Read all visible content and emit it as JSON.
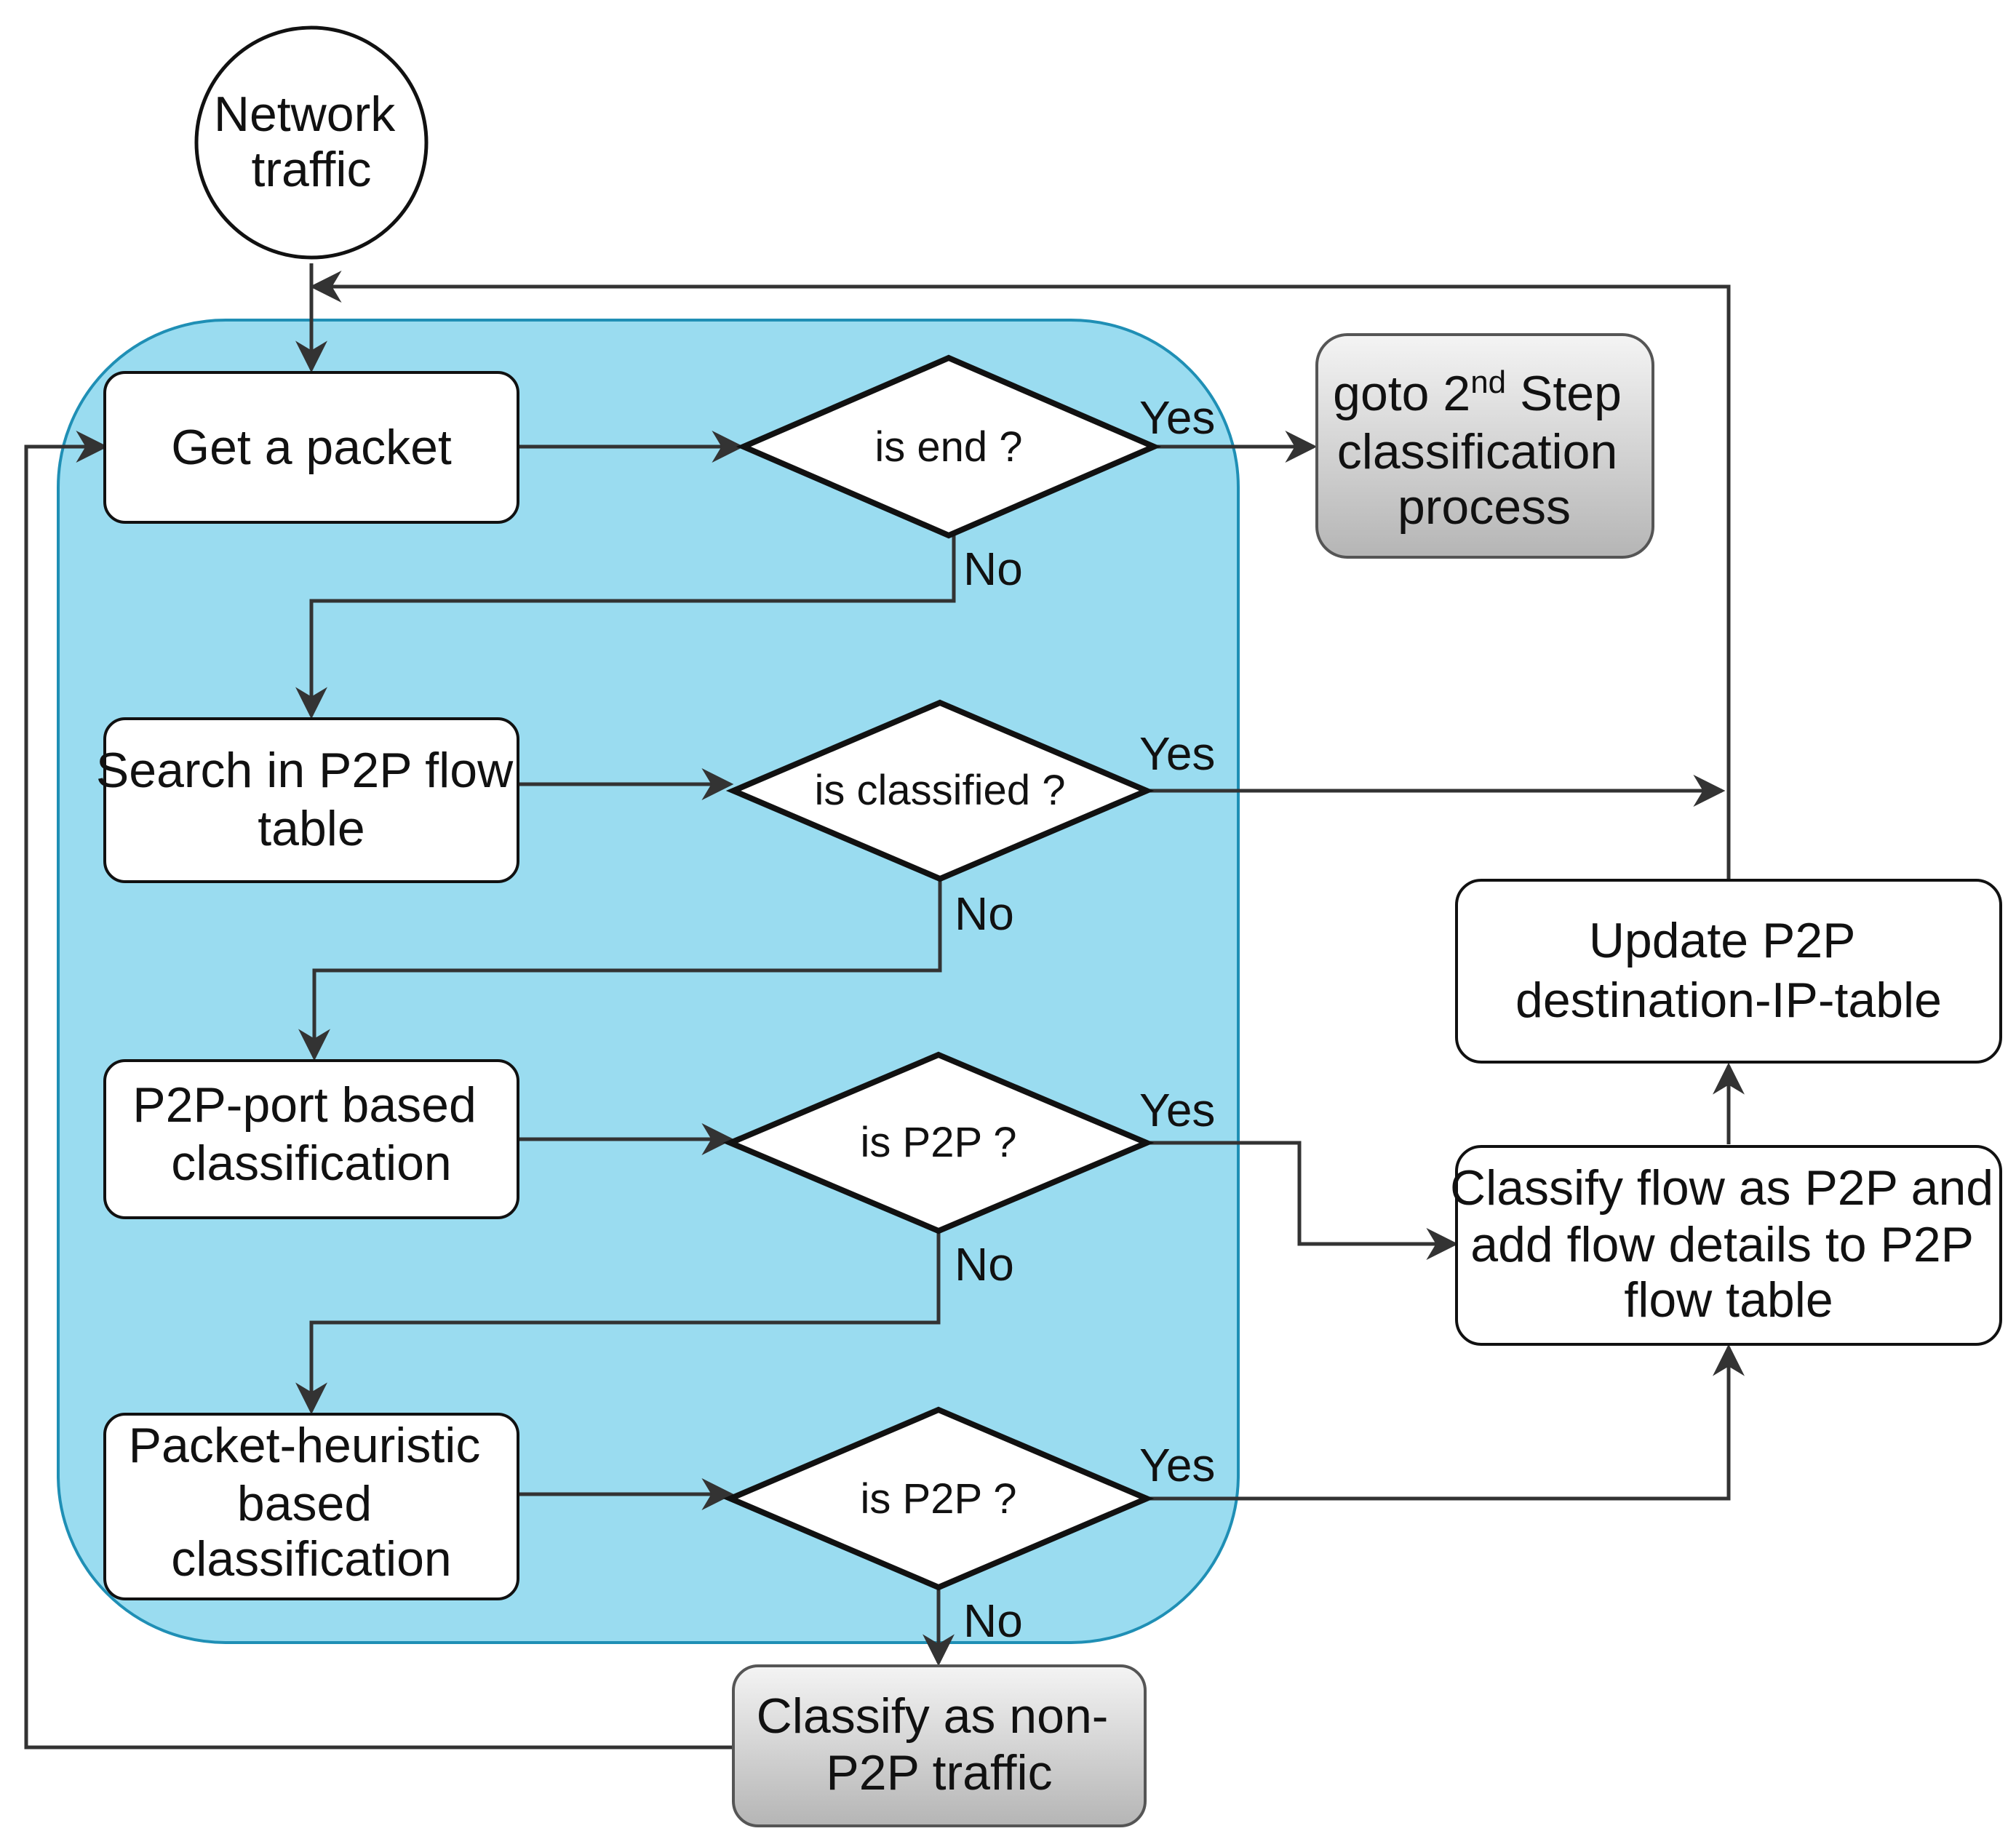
{
  "colors": {
    "group_fill": "#9adcf0",
    "group_stroke": "#1f8fb5",
    "node_fill": "#ffffff",
    "terminal_fill_top": "#f4f4f4",
    "terminal_fill_bottom": "#b5b5b5",
    "line": "#333333"
  },
  "nodes": {
    "network_traffic": [
      "Network",
      "traffic"
    ],
    "get_packet": [
      "Get a packet"
    ],
    "is_end": [
      "is end ?"
    ],
    "goto_step": {
      "pre": "goto 2",
      "sup": "nd",
      "post": " Step",
      "lines": [
        "classification",
        "process"
      ]
    },
    "search_flow": [
      "Search in P2P flow",
      "table"
    ],
    "is_classified": [
      "is classified ?"
    ],
    "port_based": [
      "P2P-port based",
      "classification"
    ],
    "is_p2p_1": [
      "is P2P ?"
    ],
    "heuristic": [
      "Packet-heuristic",
      "based",
      "classification"
    ],
    "is_p2p_2": [
      "is P2P ?"
    ],
    "non_p2p": [
      "Classify as non-",
      "P2P traffic"
    ],
    "update_table": [
      "Update P2P",
      "destination-IP-table"
    ],
    "classify_flow": [
      "Classify flow as P2P and",
      "add flow details to P2P",
      "flow table"
    ]
  },
  "edge_labels": {
    "end_yes": "Yes",
    "end_no": "No",
    "classified_yes": "Yes",
    "classified_no": "No",
    "p2p1_yes": "Yes",
    "p2p1_no": "No",
    "p2p2_yes": "Yes",
    "p2p2_no": "No"
  }
}
